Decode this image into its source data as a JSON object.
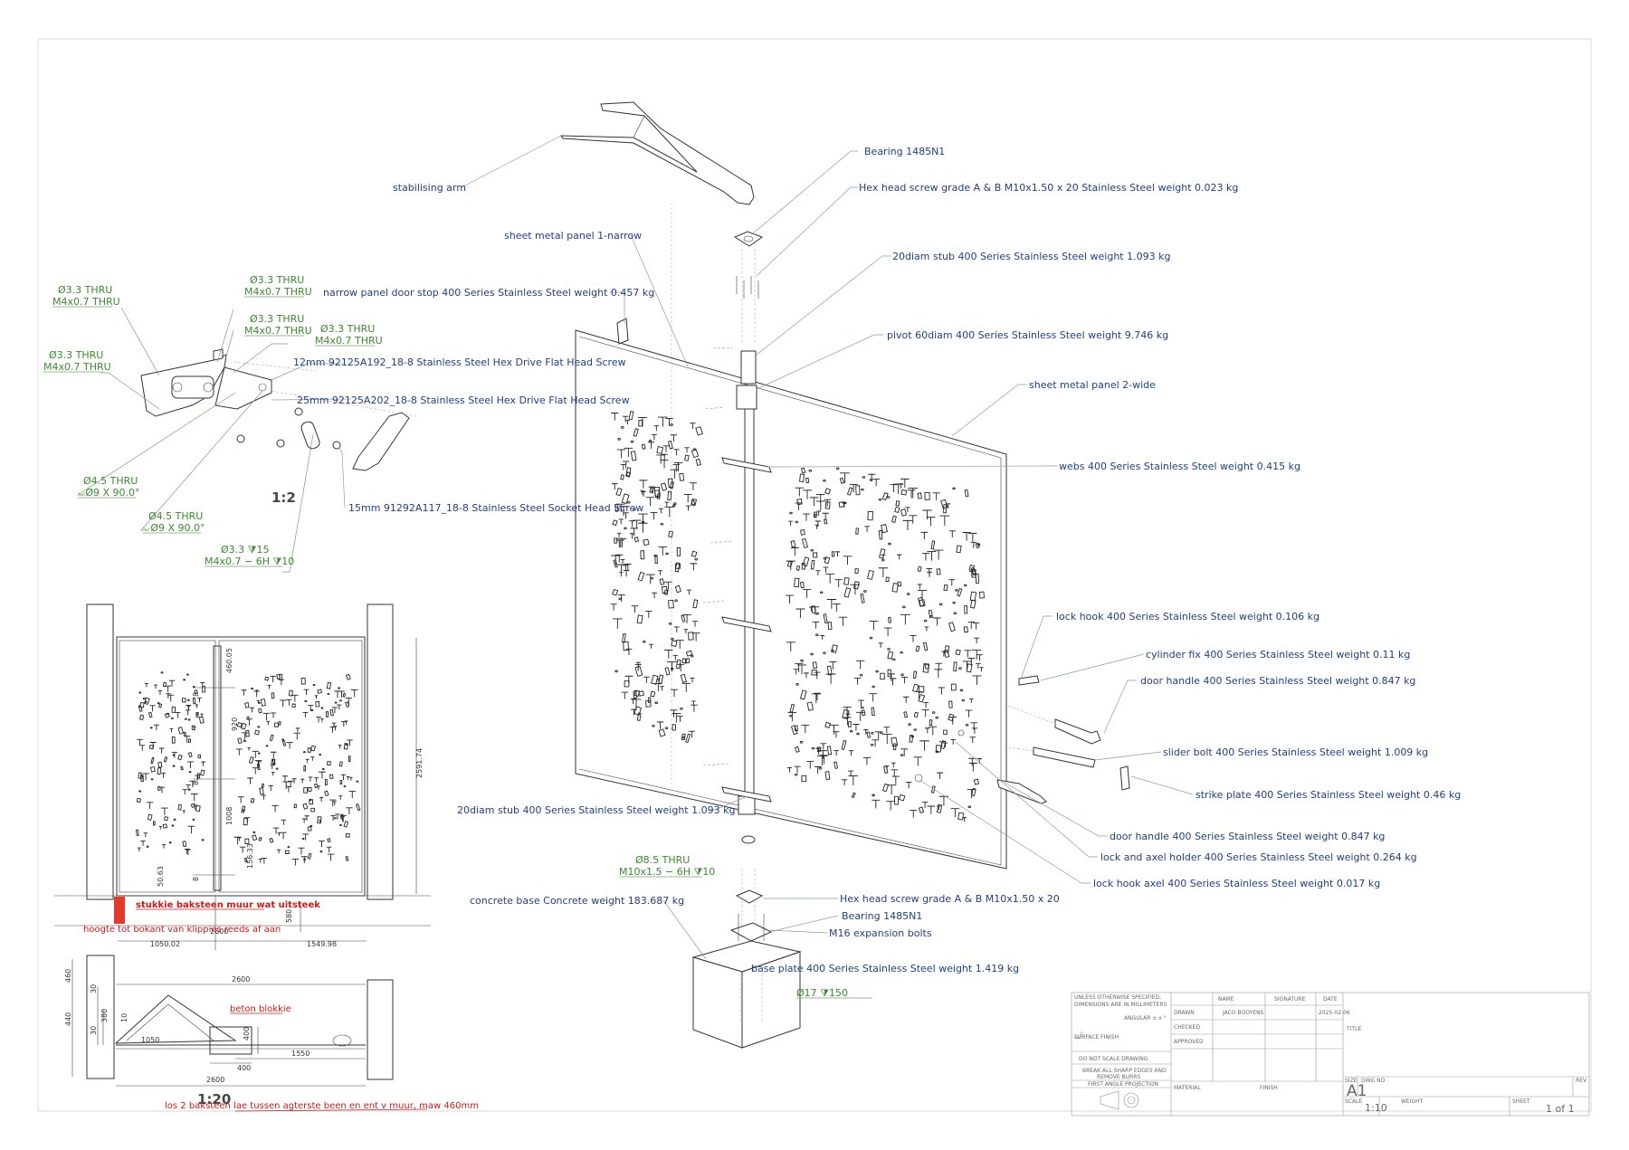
{
  "callouts": {
    "stabilising_arm": "stabilising arm",
    "bearing_top": "Bearing 1485N1",
    "hex_screw_top": "Hex head screw grade A & B M10x1.50 x 20  Stainless Steel weight  0.023 kg",
    "panel_narrow": "sheet metal panel 1-narrow",
    "stub_top": "20diam stub  400 Series Stainless Steel weight  1.093 kg",
    "door_stop": "narrow panel door stop  400 Series Stainless Steel weight  0.457 kg",
    "pivot": "pivot 60diam  400 Series Stainless Steel weight  9.746 kg",
    "screw_12": "12mm  92125A192_18-8 Stainless Steel Hex Drive Flat Head Screw",
    "panel_wide": "sheet metal panel 2-wide",
    "screw_25": "25mm  92125A202_18-8 Stainless Steel Hex Drive Flat Head Screw",
    "webs": "webs  400 Series Stainless Steel weight  0.415 kg",
    "screw_15": "15mm 91292A117_18-8 Stainless Steel Socket Head Screw",
    "lock_hook": "lock hook  400 Series Stainless Steel weight  0.106 kg",
    "cylinder_fix": "cylinder fix  400 Series Stainless Steel weight  0.11 kg",
    "door_handle_1": "door handle  400 Series Stainless Steel weight  0.847 kg",
    "slider_bolt": "slider bolt  400 Series Stainless Steel weight  1.009 kg",
    "strike_plate": "strike plate  400 Series Stainless Steel weight  0.46 kg",
    "stub_bottom": "20diam stub  400 Series Stainless Steel weight  1.093 kg",
    "door_handle_2": "door handle  400 Series Stainless Steel weight  0.847 kg",
    "lock_axel_holder": "lock and axel holder  400 Series Stainless Steel weight  0.264 kg",
    "lock_hook_axel": "lock hook axel  400 Series Stainless Steel weight  0.017 kg",
    "concrete_base": "concrete base  Concrete weight  183.687 kg",
    "hex_screw_bottom": "Hex head screw grade A & B M10x1.50 x 20",
    "bearing_bottom": "Bearing 1485N1",
    "expansion_bolts": "M16 expansion bolts",
    "base_plate": "base plate  400 Series Stainless Steel weight  1.419 kg"
  },
  "holes": {
    "h1a": "Ø3.3 THRU",
    "h1b": "M4x0.7 THRU",
    "h2a": "Ø3.3 THRU",
    "h2b": "M4x0.7 THRU",
    "h3a": "Ø3.3 THRU",
    "h3b": "M4x0.7 THRU",
    "h4a": "Ø3.3 THRU",
    "h4b": "M4x0.7 THRU",
    "h5a": "Ø3.3 THRU",
    "h5b": "M4x0.7 THRU",
    "h6a": "Ø4.5 THRU",
    "h6b": "⌵Ø9 X 90.0°",
    "h7a": "Ø4.5 THRU",
    "h7b": "⌵Ø9 X 90.0°",
    "h8a": "Ø3.3 ⧩15",
    "h8b": "M4x0.7 − 6H ⧩10",
    "h9a": "Ø8.5 THRU",
    "h9b": "M10x1.5 − 6H ⧩10",
    "h10": "Ø17 ⧩150"
  },
  "scales": {
    "detail": "1:2",
    "plan": "1:20"
  },
  "front_view": {
    "dims": {
      "d460": "460.05",
      "d920": "920",
      "d1008": "1008",
      "d156": "156.33",
      "d50": "50.63",
      "d8a": "8",
      "d8b": "8",
      "d8c": "8",
      "d2591": "2591.74",
      "d580": "580",
      "d2600": "2600",
      "d1050": "1050.02",
      "d1549": "1549.98"
    },
    "red_note": "stukkie baksteen muur wat uitsteek",
    "red_small": "hoogte tot bokant van klippies reeds af aan"
  },
  "plan_view": {
    "dims": {
      "d460": "460",
      "d440": "440",
      "d30a": "30",
      "d30b": "30",
      "d380": "380",
      "d10": "10",
      "d2600_top": "2600",
      "d1050": "1050",
      "d400a": "400",
      "d400b": "400",
      "d1550": "1550",
      "d2600_bot": "2600"
    },
    "red_label": "beton blokkie",
    "red_note": "los 2 baksteen lae tussen agterste been en ent v muur, maw 460mm"
  },
  "title_block": {
    "unless": "UNLESS OTHERWISE SPECIFIED:",
    "dims_mm": "DIMENSIONS ARE IN MILLIMETERS",
    "angular": "ANGULAR ± x °",
    "surface": "SURFACE FINISH",
    "no_scale": "DO NOT SCALE DRAWING",
    "break1": "BREAK ALL SHARP EDGES AND",
    "break2": "REMOVE BURRS",
    "projection": "FIRST ANGLE PROJECTION",
    "col_name": "NAME",
    "col_sig": "SIGNATURE",
    "col_date": "DATE",
    "drawn": "DRAWN",
    "drawn_name": "JACO BOOYENS",
    "drawn_date": "2025-02-06",
    "checked": "CHECKED",
    "approved": "APPROVED",
    "material": "MATERIAL",
    "finish": "FINISH",
    "title": "TITLE",
    "size_label": "SIZE",
    "size": "A1",
    "dwg_no": "DWG NO",
    "rev": "REV",
    "scale_label": "SCALE",
    "scale": "1:10",
    "weight": "WEIGHT",
    "sheet_label": "SHEET",
    "sheet": "1 of 1"
  }
}
